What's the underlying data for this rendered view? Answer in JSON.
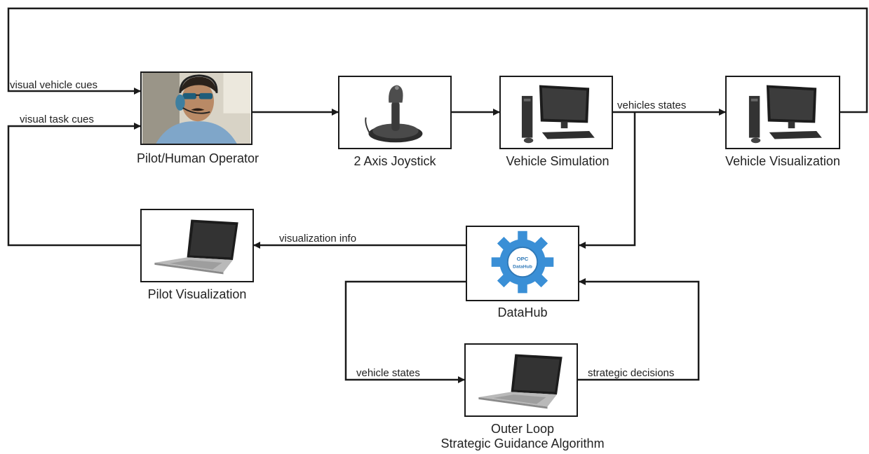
{
  "nodes": {
    "pilot": {
      "caption": "Pilot/Human Operator",
      "icon": "pilot-photo-icon"
    },
    "joystick": {
      "caption": "2 Axis Joystick",
      "icon": "joystick-icon"
    },
    "vehicle_sim": {
      "caption": "Vehicle Simulation",
      "icon": "desktop-computer-icon"
    },
    "vehicle_vis": {
      "caption": "Vehicle Visualization",
      "icon": "desktop-computer-icon"
    },
    "pilot_vis": {
      "caption": "Pilot Visualization",
      "icon": "laptop-icon"
    },
    "datahub": {
      "caption": "DataHub",
      "icon": "gear-icon",
      "logo_text_1": "OPC",
      "logo_text_2": "DataHub"
    },
    "outer_loop": {
      "caption_line1": "Outer Loop",
      "caption_line2": "Strategic Guidance Algorithm",
      "icon": "laptop-icon"
    }
  },
  "edges": {
    "visual_vehicle_cues": "visual vehicle cues",
    "visual_task_cues": "visual task cues",
    "vehicles_states": "vehicles states",
    "visualization_info": "visualization info",
    "vehicle_states": "vehicle states",
    "strategic_decisions": "strategic decisions"
  },
  "colors": {
    "line": "#1a1a1a",
    "gear": "#3a8fd6",
    "gear_inner": "#ffffff"
  }
}
